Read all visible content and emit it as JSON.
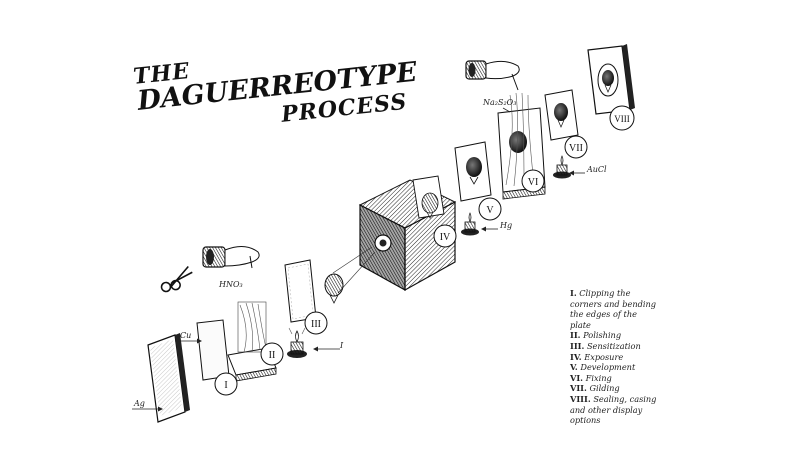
{
  "title": {
    "line1": "THE",
    "line2": "DAGUERREOTYPE",
    "line3": "PROCESS"
  },
  "chemicals": {
    "ag": "Ag",
    "cu": "Cu",
    "hno3": "HNO₃",
    "iodine": "I",
    "hg": "Hg",
    "thiosulfate": "Na₂S₂O₃",
    "aucl": "AuCl"
  },
  "steps": [
    {
      "numeral": "I",
      "legend_num": "I.",
      "legend_text": "Clipping the corners and bending the edges of the plate"
    },
    {
      "numeral": "II",
      "legend_num": "II.",
      "legend_text": "Polishing"
    },
    {
      "numeral": "III",
      "legend_num": "III.",
      "legend_text": "Sensitization"
    },
    {
      "numeral": "IV",
      "legend_num": "IV.",
      "legend_text": "Exposure"
    },
    {
      "numeral": "V",
      "legend_num": "V.",
      "legend_text": "Development"
    },
    {
      "numeral": "VI",
      "legend_num": "VI.",
      "legend_text": "Fixing"
    },
    {
      "numeral": "VII",
      "legend_num": "VII.",
      "legend_text": "Gilding"
    },
    {
      "numeral": "VIII",
      "legend_num": "VIII.",
      "legend_text": "Sealing, casing and other display options"
    }
  ],
  "icons": [
    "scissors-icon",
    "hand-icon",
    "lamp-icon",
    "camera-icon",
    "balloon-icon",
    "frame-icon"
  ]
}
